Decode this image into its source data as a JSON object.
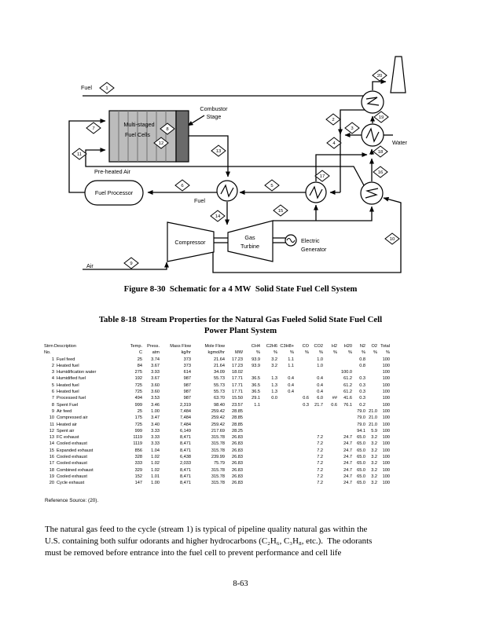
{
  "figure_caption": "Figure 8-30  Schematic for a 4 MW  Solid State Fuel Cell System",
  "table_caption_line1": "Table 8-18  Stream Properties for the Natural Gas Fueled Solid State Fuel Cell",
  "table_caption_line2": "Power Plant System",
  "diagram": {
    "labels": {
      "fuel_top": "Fuel",
      "combustor_line1": "Combustor",
      "combustor_line2": "Stage",
      "multistaged_line1": "Multi-staged",
      "multistaged_line2": "Fuel Cells",
      "preheated_air": "Pre-heated Air",
      "fuel_processor": "Fuel Processor",
      "fuel_mid": "Fuel",
      "compressor": "Compressor",
      "gas_line1": "Gas",
      "gas_line2": "Turbine",
      "electric_line1": "Electric",
      "electric_line2": "Generator",
      "air": "Air",
      "water": "Water"
    },
    "streams": [
      "1",
      "2",
      "3",
      "4",
      "5",
      "6",
      "7",
      "8",
      "9",
      "10",
      "11",
      "12",
      "13",
      "14",
      "15",
      "16",
      "17",
      "18",
      "19",
      "20"
    ]
  },
  "table": {
    "header_row1": [
      "Strm",
      "Description",
      "Temp.",
      "Press.",
      "Mass Flow",
      "Mole Flow",
      "",
      "CH4",
      "C2H6",
      "C3H8+",
      "CO",
      "CO2",
      "H2",
      "H20",
      "N2",
      "O2",
      "Total"
    ],
    "header_row2": [
      "No.",
      "",
      "C",
      "atm",
      "kg/hr",
      "kgmol/hr",
      "MW",
      "%",
      "%",
      "%",
      "%",
      "%",
      "%",
      "%",
      "%",
      "%",
      "%"
    ],
    "rows": [
      [
        "1",
        "Fuel feed",
        "25",
        "3.74",
        "373",
        "21.64",
        "17.23",
        "93.9",
        "3.2",
        "1.1",
        "",
        "1.0",
        "",
        "",
        "0.8",
        "",
        "100"
      ],
      [
        "2",
        "Heated fuel",
        "84",
        "3.67",
        "373",
        "21.64",
        "17.23",
        "93.9",
        "3.2",
        "1.1",
        "",
        "1.0",
        "",
        "",
        "0.8",
        "",
        "100"
      ],
      [
        "3",
        "Humidification water",
        "275",
        "3.93",
        "614",
        "34.09",
        "18.02",
        "",
        "",
        "",
        "",
        "",
        "",
        "100.0",
        "",
        "",
        "100"
      ],
      [
        "4",
        "Humidified fuel",
        "192",
        "3.67",
        "987",
        "55.73",
        "17.71",
        "36.5",
        "1.3",
        "0.4",
        "",
        "0.4",
        "",
        "61.2",
        "0.3",
        "",
        "100"
      ],
      [
        "5",
        "Heated fuel",
        "725",
        "3.60",
        "987",
        "55.73",
        "17.71",
        "36.5",
        "1.3",
        "0.4",
        "",
        "0.4",
        "",
        "61.2",
        "0.3",
        "",
        "100"
      ],
      [
        "6",
        "Heated fuel",
        "725",
        "3.60",
        "987",
        "55.73",
        "17.71",
        "36.5",
        "1.3",
        "0.4",
        "",
        "0.4",
        "",
        "61.2",
        "0.3",
        "",
        "100"
      ],
      [
        "7",
        "Processed fuel",
        "494",
        "3.53",
        "987",
        "63.70",
        "15.50",
        "29.1",
        "0.0",
        "",
        "0.6",
        "6.0",
        "##",
        "41.6",
        "0.3",
        "",
        "100"
      ],
      [
        "8",
        "Spent Fuel",
        "999",
        "3.46",
        "2,319",
        "98.40",
        "23.57",
        "1.1",
        "",
        "",
        "0.3",
        "21.7",
        "0.6",
        "76.1",
        "0.2",
        "",
        "100"
      ],
      [
        "9",
        "Air feed",
        "25",
        "1.00",
        "7,484",
        "259.42",
        "28.85",
        "",
        "",
        "",
        "",
        "",
        "",
        "",
        "79.0",
        "21.0",
        "100"
      ],
      [
        "10",
        "Compressed air",
        "175",
        "3.47",
        "7,484",
        "259.42",
        "28.85",
        "",
        "",
        "",
        "",
        "",
        "",
        "",
        "79.0",
        "21.0",
        "100"
      ],
      [
        "11",
        "Heated air",
        "725",
        "3.40",
        "7,484",
        "259.42",
        "28.85",
        "",
        "",
        "",
        "",
        "",
        "",
        "",
        "79.0",
        "21.0",
        "100"
      ],
      [
        "12",
        "Spent air",
        "999",
        "3.33",
        "6,149",
        "217.69",
        "28.25",
        "",
        "",
        "",
        "",
        "",
        "",
        "",
        "94.1",
        "5.9",
        "100"
      ],
      [
        "13",
        "FC exhaust",
        "1119",
        "3.33",
        "8,471",
        "315.78",
        "26.83",
        "",
        "",
        "",
        "",
        "7.2",
        "",
        "24.7",
        "65.0",
        "3.2",
        "100"
      ],
      [
        "14",
        "Cooled exhaust",
        "1119",
        "3.33",
        "8,471",
        "315.78",
        "26.83",
        "",
        "",
        "",
        "",
        "7.2",
        "",
        "24.7",
        "65.0",
        "3.2",
        "100"
      ],
      [
        "15",
        "Expanded exhaust",
        "856",
        "1.04",
        "8,471",
        "315.78",
        "26.83",
        "",
        "",
        "",
        "",
        "7.2",
        "",
        "24.7",
        "65.0",
        "3.2",
        "100"
      ],
      [
        "16",
        "Cooled exhaust",
        "328",
        "1.02",
        "6,438",
        "239.99",
        "26.83",
        "",
        "",
        "",
        "",
        "7.2",
        "",
        "24.7",
        "65.0",
        "3.2",
        "100"
      ],
      [
        "17",
        "Cooled exhaust",
        "333",
        "1.02",
        "2,033",
        "75.79",
        "26.83",
        "",
        "",
        "",
        "",
        "7.2",
        "",
        "24.7",
        "65.0",
        "3.2",
        "100"
      ],
      [
        "18",
        "Combined exhaust",
        "329",
        "1.02",
        "8,471",
        "315.78",
        "26.83",
        "",
        "",
        "",
        "",
        "7.2",
        "",
        "24.7",
        "65.0",
        "3.2",
        "100"
      ],
      [
        "19",
        "Cooled exhaust",
        "152",
        "1.01",
        "8,471",
        "315.78",
        "26.83",
        "",
        "",
        "",
        "",
        "7.2",
        "",
        "24.7",
        "65.0",
        "3.2",
        "100"
      ],
      [
        "20",
        "Cycle exhaust",
        "147",
        "1.00",
        "8,471",
        "315.78",
        "26.83",
        "",
        "",
        "",
        "",
        "7.2",
        "",
        "24.7",
        "65.0",
        "3.2",
        "100"
      ]
    ],
    "reference": "Reference Source: (20)."
  },
  "body_text": {
    "line1": "The natural gas feed to the cycle (stream 1) is typical of pipeline quality natural gas within the",
    "line2": "U.S. containing both sulfur odorants and higher hydrocarbons (C₂H₆, C₃H₈, etc.).  The odorants",
    "line3": "must be removed before entrance into the fuel cell to prevent performance and cell life"
  },
  "page_number": "8-63"
}
